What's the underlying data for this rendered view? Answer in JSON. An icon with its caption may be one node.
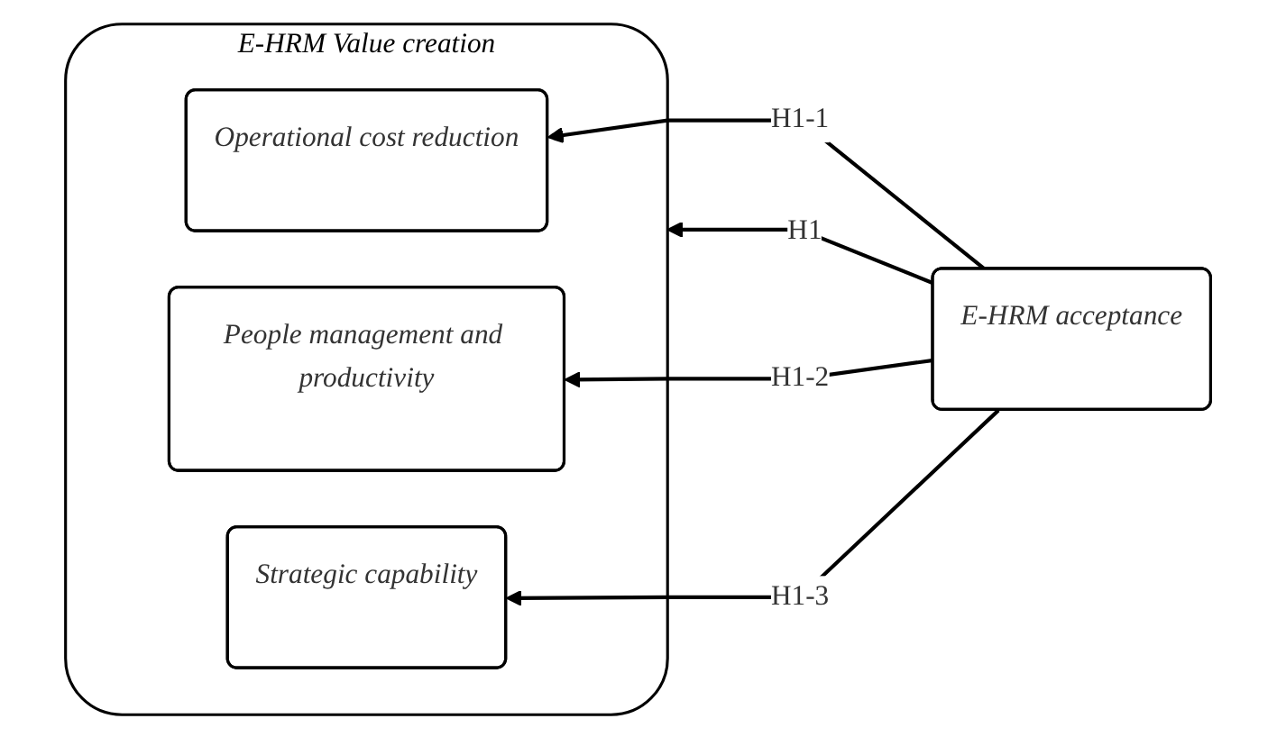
{
  "diagram": {
    "nodes": [
      {
        "text": [
          "E-HRM Value creation"
        ]
      },
      {
        "text": [
          "Operational cost reduction"
        ],
        "in": 0
      },
      {
        "text": [
          "People management and productivity"
        ],
        "in": 0
      },
      {
        "text": [
          "Strategic capability"
        ],
        "in": 0
      },
      {
        "text": [
          "E-HRM acceptance"
        ]
      }
    ],
    "edges": [
      {
        "from": 4,
        "to": 0,
        "arrow": "to",
        "label": "H1"
      },
      {
        "from": 4,
        "to": 1,
        "arrow": "to",
        "label": "H1-1"
      },
      {
        "from": 4,
        "to": 2,
        "arrow": "to",
        "label": "H1-2"
      },
      {
        "from": 4,
        "to": 3,
        "arrow": "to",
        "label": "H1-3"
      }
    ]
  }
}
